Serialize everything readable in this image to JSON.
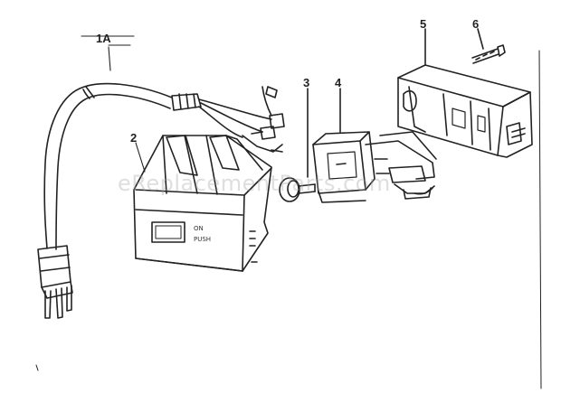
{
  "callouts": {
    "cord": "1A",
    "housing": "2",
    "knob": "3",
    "switch": "4",
    "bracket": "5",
    "screw": "6"
  },
  "housing_labels": {
    "line1": "ON",
    "line2": "PUSH"
  },
  "watermark": "eReplacementParts.com",
  "colors": {
    "ink": "#222222",
    "paper": "#ffffff",
    "watermark": "#a0a0a0"
  }
}
